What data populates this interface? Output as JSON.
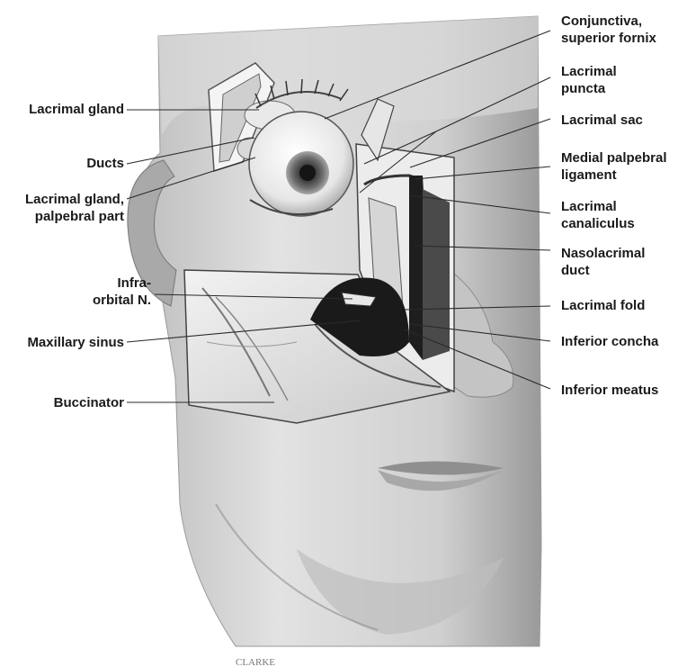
{
  "figure": {
    "signature": "CLARKE",
    "labels": {
      "lacrimal_gland": "Lacrimal gland",
      "ducts": "Ducts",
      "lacrimal_gland_palpebral_1": "Lacrimal gland,",
      "lacrimal_gland_palpebral_2": "palpebral part",
      "infraorbital_1": "Infra-",
      "infraorbital_2": "orbital N.",
      "maxillary_sinus": "Maxillary sinus",
      "buccinator": "Buccinator",
      "conjunctiva_1": "Conjunctiva,",
      "conjunctiva_2": "superior fornix",
      "lacrimal_puncta_1": "Lacrimal",
      "lacrimal_puncta_2": "puncta",
      "lacrimal_sac": "Lacrimal sac",
      "medial_palpebral_1": "Medial palpebral",
      "medial_palpebral_2": "ligament",
      "lacrimal_canaliculus_1": "Lacrimal",
      "lacrimal_canaliculus_2": "canaliculus",
      "nasolacrimal_1": "Nasolacrimal",
      "nasolacrimal_2": "duct",
      "lacrimal_fold": "Lacrimal fold",
      "inferior_concha": "Inferior concha",
      "inferior_meatus": "Inferior meatus"
    }
  }
}
